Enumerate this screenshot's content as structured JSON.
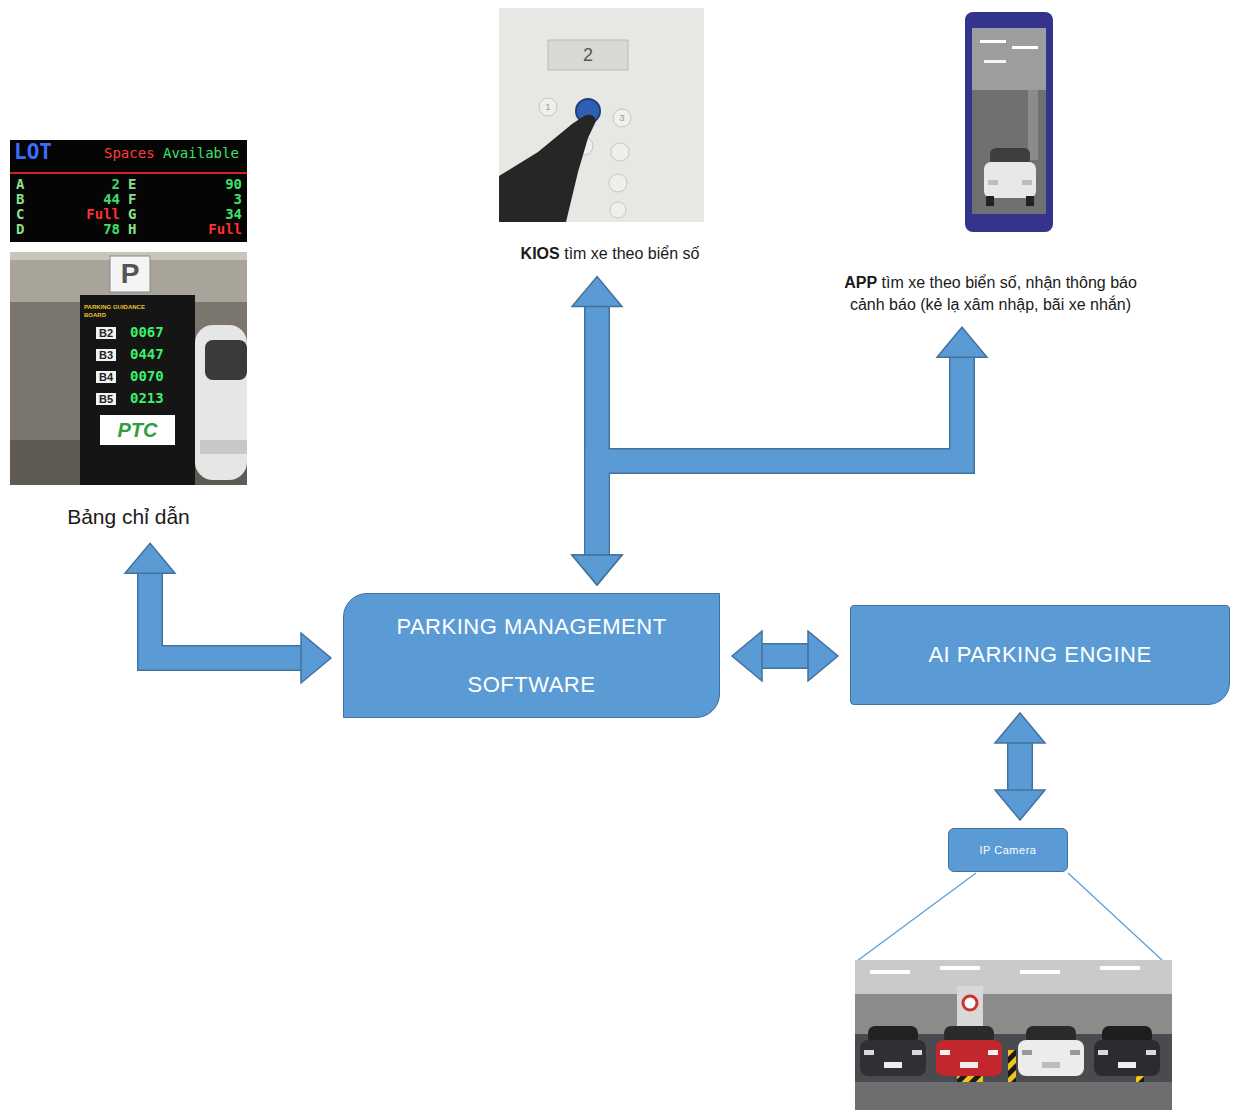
{
  "diagram": {
    "nodes": [
      {
        "text": [
          "Bảng chỉ dẫn"
        ]
      },
      {
        "text": [
          "KIOS",
          "tìm xe theo biển số"
        ]
      },
      {
        "text": [
          "APP",
          "tìm xe theo biển số, nhận thông báo cảnh báo (kẻ lạ xâm nhập, bãi xe nhắn)"
        ]
      },
      {
        "text": [
          "PARKING MANAGEMENT SOFTWARE"
        ]
      },
      {
        "text": [
          "AI PARKING ENGINE"
        ]
      },
      {
        "text": [
          "IP Camera"
        ]
      }
    ],
    "edges": [
      {
        "from": 3,
        "to": 1,
        "arrow": "both"
      },
      {
        "from": 3,
        "to": 2,
        "arrow": "both"
      },
      {
        "from": 3,
        "to": 0,
        "arrow": "both"
      },
      {
        "from": 3,
        "to": 4,
        "arrow": "both"
      },
      {
        "from": 4,
        "to": 5,
        "arrow": "both"
      }
    ],
    "labels": [
      "LOT",
      "Spaces",
      "Available",
      "A",
      "B",
      "C",
      "D",
      "2",
      "44",
      "Full",
      "78",
      "E",
      "F",
      "G",
      "H",
      "90",
      "3",
      "34",
      "Full",
      "P",
      "PARKING GUIDANCE BOARD",
      "B2",
      "0067",
      "B3",
      "0447",
      "B4",
      "0070",
      "B5",
      "0213",
      "PTC",
      "2",
      "1",
      "3"
    ]
  }
}
